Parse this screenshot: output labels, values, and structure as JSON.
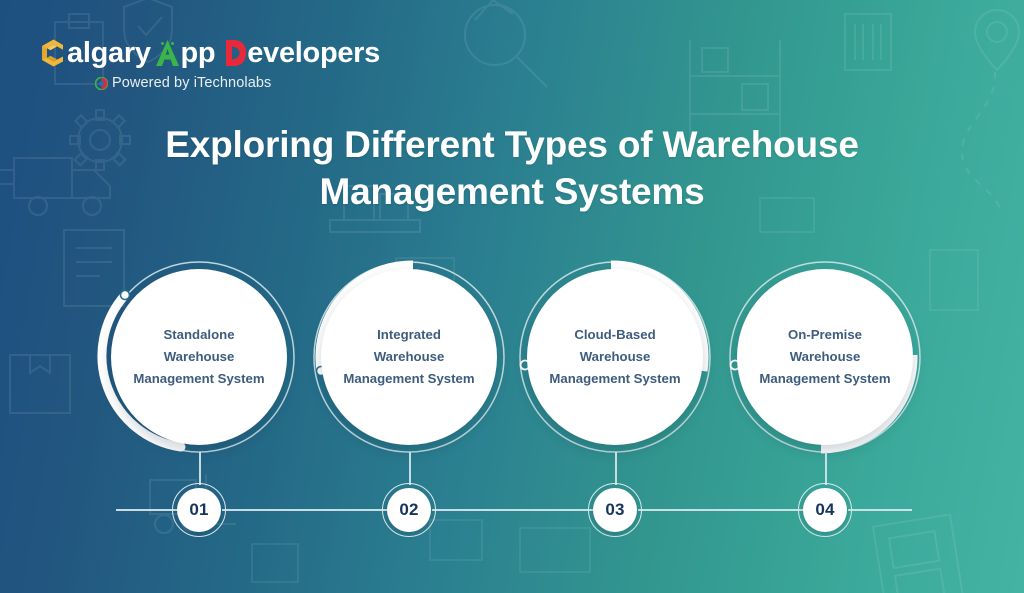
{
  "brand": {
    "wordmark_parts": [
      {
        "text": "C",
        "icon": "hex-c-logo-icon",
        "color": "#f2b736"
      },
      {
        "text": "algary",
        "color": "#ffffff"
      },
      {
        "text": "A",
        "icon": "android-a-logo-icon",
        "color": "#3ab54a"
      },
      {
        "text": "pp",
        "color": "#ffffff"
      },
      {
        "text": "D",
        "icon": "red-d-logo-icon",
        "color": "#e8293b"
      },
      {
        "text": "evelopers",
        "color": "#ffffff"
      }
    ],
    "wordmark_text": "Calgary App Developers",
    "tagline": "Powered by iTechnolabs",
    "tagline_icon": "itechnolabs-circle-icon",
    "colors": {
      "gold": "#f2b736",
      "green": "#3ab54a",
      "red": "#e8293b",
      "white": "#ffffff"
    }
  },
  "header": {
    "title": "Exploring Different Types of Warehouse Management Systems",
    "title_line_1": "Exploring Different Types of Warehouse",
    "title_line_2": "Management Systems",
    "title_color": "#ffffff"
  },
  "theme": {
    "gradient_from": "#1d4f80",
    "gradient_to": "#44b3a4",
    "circle_fill": "#ffffff",
    "circle_text": "#3e5c7e",
    "badge_text": "#17355c",
    "ring_line": "#d9eaec"
  },
  "steps": [
    {
      "number": "01",
      "lines": [
        "Standalone",
        "Warehouse",
        "Management System"
      ],
      "title": "Standalone Warehouse Management System",
      "arc_position": "left"
    },
    {
      "number": "02",
      "lines": [
        "Integrated",
        "Warehouse",
        "Management System"
      ],
      "title": "Integrated Warehouse Management System",
      "arc_position": "top-left"
    },
    {
      "number": "03",
      "lines": [
        "Cloud-Based",
        "Warehouse",
        "Management System"
      ],
      "title": "Cloud-Based Warehouse Management System",
      "arc_position": "top-right"
    },
    {
      "number": "04",
      "lines": [
        "On-Premise",
        "Warehouse",
        "Management System"
      ],
      "title": "On-Premise Warehouse Management System",
      "arc_position": "bottom-right"
    }
  ],
  "background": {
    "watermark_icons": [
      "gear-icon",
      "delivery-truck-icon",
      "package-box-icon",
      "document-icon",
      "location-pin-icon",
      "dashed-route-icon",
      "barcode-scanner-icon",
      "clipboard-icon",
      "shelf-rack-icon",
      "magnifier-icon",
      "forklift-icon",
      "shield-check-icon",
      "tablet-icon",
      "pallet-icon"
    ]
  }
}
